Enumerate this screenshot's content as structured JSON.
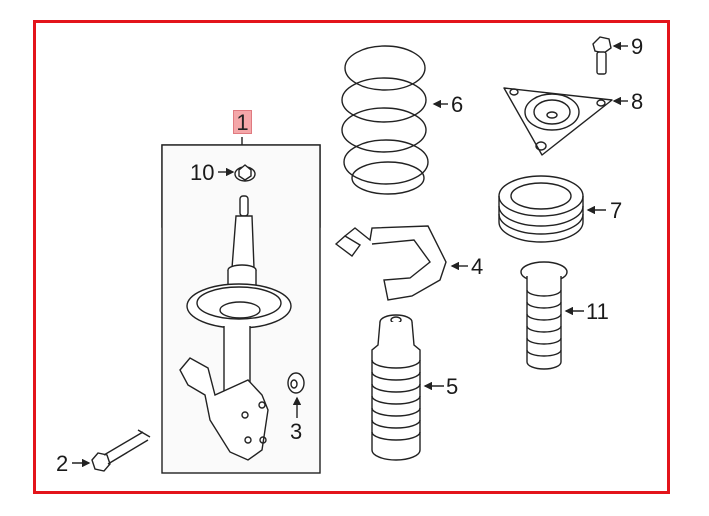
{
  "diagram": {
    "type": "exploded-parts-diagram",
    "subject": "Front strut suspension assembly",
    "frame_color": "#e3141b",
    "highlight_color": "#f4a7a9",
    "callouts": [
      {
        "id": "1",
        "label": "1",
        "highlighted": true,
        "part": "strut assembly (boxed group)"
      },
      {
        "id": "2",
        "label": "2",
        "part": "bolt"
      },
      {
        "id": "3",
        "label": "3",
        "part": "nut"
      },
      {
        "id": "4",
        "label": "4",
        "part": "spring seat / insulator"
      },
      {
        "id": "5",
        "label": "5",
        "part": "bump stop / dust boot"
      },
      {
        "id": "6",
        "label": "6",
        "part": "coil spring"
      },
      {
        "id": "7",
        "label": "7",
        "part": "spring insulator"
      },
      {
        "id": "8",
        "label": "8",
        "part": "strut mount"
      },
      {
        "id": "9",
        "label": "9",
        "part": "bolt"
      },
      {
        "id": "10",
        "label": "10",
        "part": "nut"
      },
      {
        "id": "11",
        "label": "11",
        "part": "bump stop"
      }
    ]
  }
}
